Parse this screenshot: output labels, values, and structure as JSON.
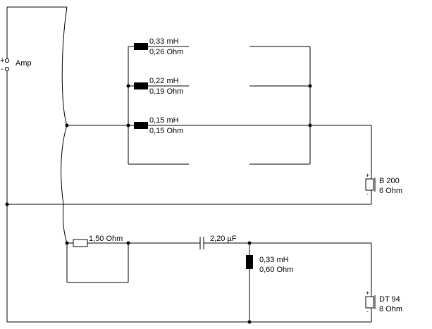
{
  "amplifier": {
    "label": "Amp",
    "plus": "+",
    "minus": "-"
  },
  "woofer_filter": {
    "coil_1": {
      "inductance": "0,33 mH",
      "resistance": "0,26 Ohm"
    },
    "coil_2": {
      "inductance": "0,22 mH",
      "resistance": "0,19 Ohm"
    },
    "coil_3": {
      "inductance": "0,15 mH",
      "resistance": "0,15 Ohm"
    }
  },
  "woofer": {
    "model": "B 200",
    "impedance": "6 Ohm",
    "plus": "+",
    "minus": "-"
  },
  "tweeter_filter": {
    "resistor": {
      "value": "1,50 Ohm"
    },
    "capacitor": {
      "value": "2,20 µF"
    },
    "coil": {
      "inductance": "0,33 mH",
      "resistance": "0,60 Ohm"
    }
  },
  "tweeter": {
    "model": "DT 94",
    "impedance": "8 Ohm",
    "plus": "+",
    "minus": "-"
  }
}
